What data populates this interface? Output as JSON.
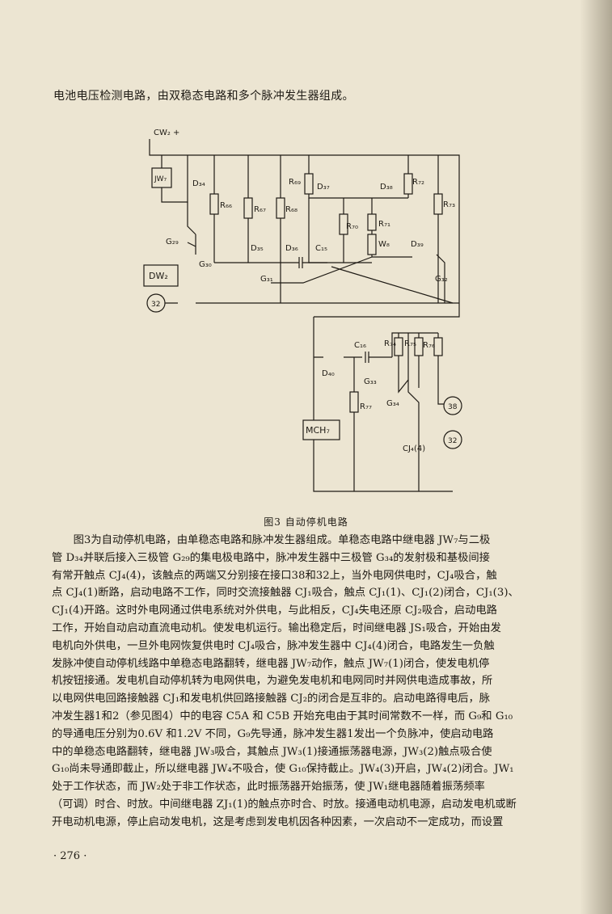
{
  "intro_line": "电池电压检测电路，由双稳态电路和多个脉冲发生器组成。",
  "figure": {
    "caption": "图3  自动停机电路",
    "labels": {
      "cw2": "CW₂ +",
      "jw7": "JW₇",
      "dw2": "DW₂",
      "mch7": "MCH₇",
      "node32a": "32",
      "node38": "38",
      "node32b": "32",
      "cj4": "CJ₄(4)",
      "d34": "D₃₄",
      "d35": "D₃₅",
      "d36": "D₃₆",
      "d37": "D₃₇",
      "d38": "D₃₈",
      "d39": "D₃₉",
      "d40": "D₄₀",
      "r66": "R₆₆",
      "r67": "R₆₇",
      "r68": "R₆₈",
      "r69": "R₆₉",
      "r70": "R₇₀",
      "r71": "R₇₁",
      "r72": "R₇₂",
      "r73": "R₇₃",
      "r74": "R₇₄",
      "r75": "R₇₅",
      "r76": "R₇₆",
      "r77": "R₇₇",
      "c15": "C₁₅",
      "c16": "C₁₆",
      "w8": "W₈",
      "g29": "G₂₉",
      "g30": "G₃₀",
      "g31": "G₃₁",
      "g32": "G₃₂",
      "g33": "G₃₃",
      "g34": "G₃₄"
    }
  },
  "paragraph_lines": [
    "图3为自动停机电路，由单稳态电路和脉冲发生器组成。单稳态电路中继电器 JW₇与二极",
    "管 D₃₄并联后接入三极管 G₂₉的集电极电路中，脉冲发生器中三极管 G₃₄的发射极和基极间接",
    "有常开触点 CJ₄(4)，该触点的两端又分别接在接口38和32上，当外电网供电时，CJ₄吸合，触",
    "点 CJ₄(1)断路，启动电路不工作，同时交流接触器 CJ₁吸合，触点 CJ₁(1)、CJ₁(2)闭合，CJ₁(3)、",
    "CJ₁(4)开路。这时外电网通过供电系统对外供电，与此相反，CJ₄失电还原 CJ₂吸合，启动电路",
    "工作，开始自动启动直流电动机。使发电机运行。输出稳定后，时间继电器 JS₁吸合，开始由发",
    "电机向外供电，一旦外电网恢复供电时 CJ₄吸合，脉冲发生器中 CJ₄(4)闭合，电路发生一负触",
    "发脉冲使自动停机线路中单稳态电路翻转，继电器 JW₇动作，触点 JW₇(1)闭合，使发电机停",
    "机按钮接通。发电机自动停机转为电网供电，为避免发电机和电网同时并网供电造成事故，所",
    "以电网供电回路接触器 CJ₁和发电机供回路接触器 CJ₂的闭合是互非的。启动电路得电后，脉",
    "冲发生器1和2（参见图4）中的电容 C5A 和 C5B 开始充电由于其时间常数不一样，而 G₉和 G₁₀",
    "的导通电压分别为0.6V 和1.2V 不同，G₉先导通，脉冲发生器1发出一个负脉冲，使启动电路",
    "中的单稳态电路翻转，继电器 JW₃吸合，其触点 JW₃(1)接通振荡器电源，JW₃(2)触点吸合使",
    "G₁₀尚未导通即截止，所以继电器 JW₄不吸合，使 G₁₀保持截止。JW₄(3)开启，JW₄(2)闭合。JW₁",
    "处于工作状态，而 JW₂处于非工作状态，此时振荡器开始振荡，使 JW₁继电器随着振荡频率",
    "（可调）时合、时放。中间继电器 ZJ₁(1)的触点亦时合、时放。接通电动机电源，启动发电机或断",
    "开电动机电源，停止启动发电机，这是考虑到发电机因各种因素，一次启动不一定成功，而设置"
  ],
  "page_number": "· 276 ·"
}
